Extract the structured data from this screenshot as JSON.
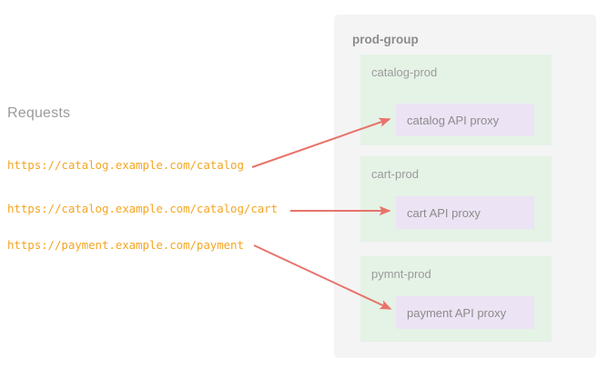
{
  "diagram": {
    "left_panel": {
      "heading": "Requests",
      "requests": [
        {
          "url": "https://catalog.example.com/catalog"
        },
        {
          "url": "https://catalog.example.com/catalog/cart"
        },
        {
          "url": "https://payment.example.com/payment"
        }
      ]
    },
    "group": {
      "title": "prod-group",
      "subgroups": [
        {
          "title": "catalog-prod",
          "service": "catalog API proxy"
        },
        {
          "title": "cart-prod",
          "service": "cart API proxy"
        },
        {
          "title": "pymnt-prod",
          "service": "payment API proxy"
        }
      ]
    },
    "connections": [
      {
        "from": "https://catalog.example.com/catalog",
        "to": "catalog API proxy"
      },
      {
        "from": "https://catalog.example.com/catalog/cart",
        "to": "cart API proxy"
      },
      {
        "from": "https://payment.example.com/payment",
        "to": "payment API proxy"
      }
    ]
  },
  "colors": {
    "request_text": "#f5a623",
    "heading_text": "#9b9b9b",
    "group_panel": "#f4f4f4",
    "subgroup_box": "#e5f2e6",
    "service_box": "#ece3f4",
    "service_text": "#8c8c8c",
    "arrow": "#e8736b"
  }
}
